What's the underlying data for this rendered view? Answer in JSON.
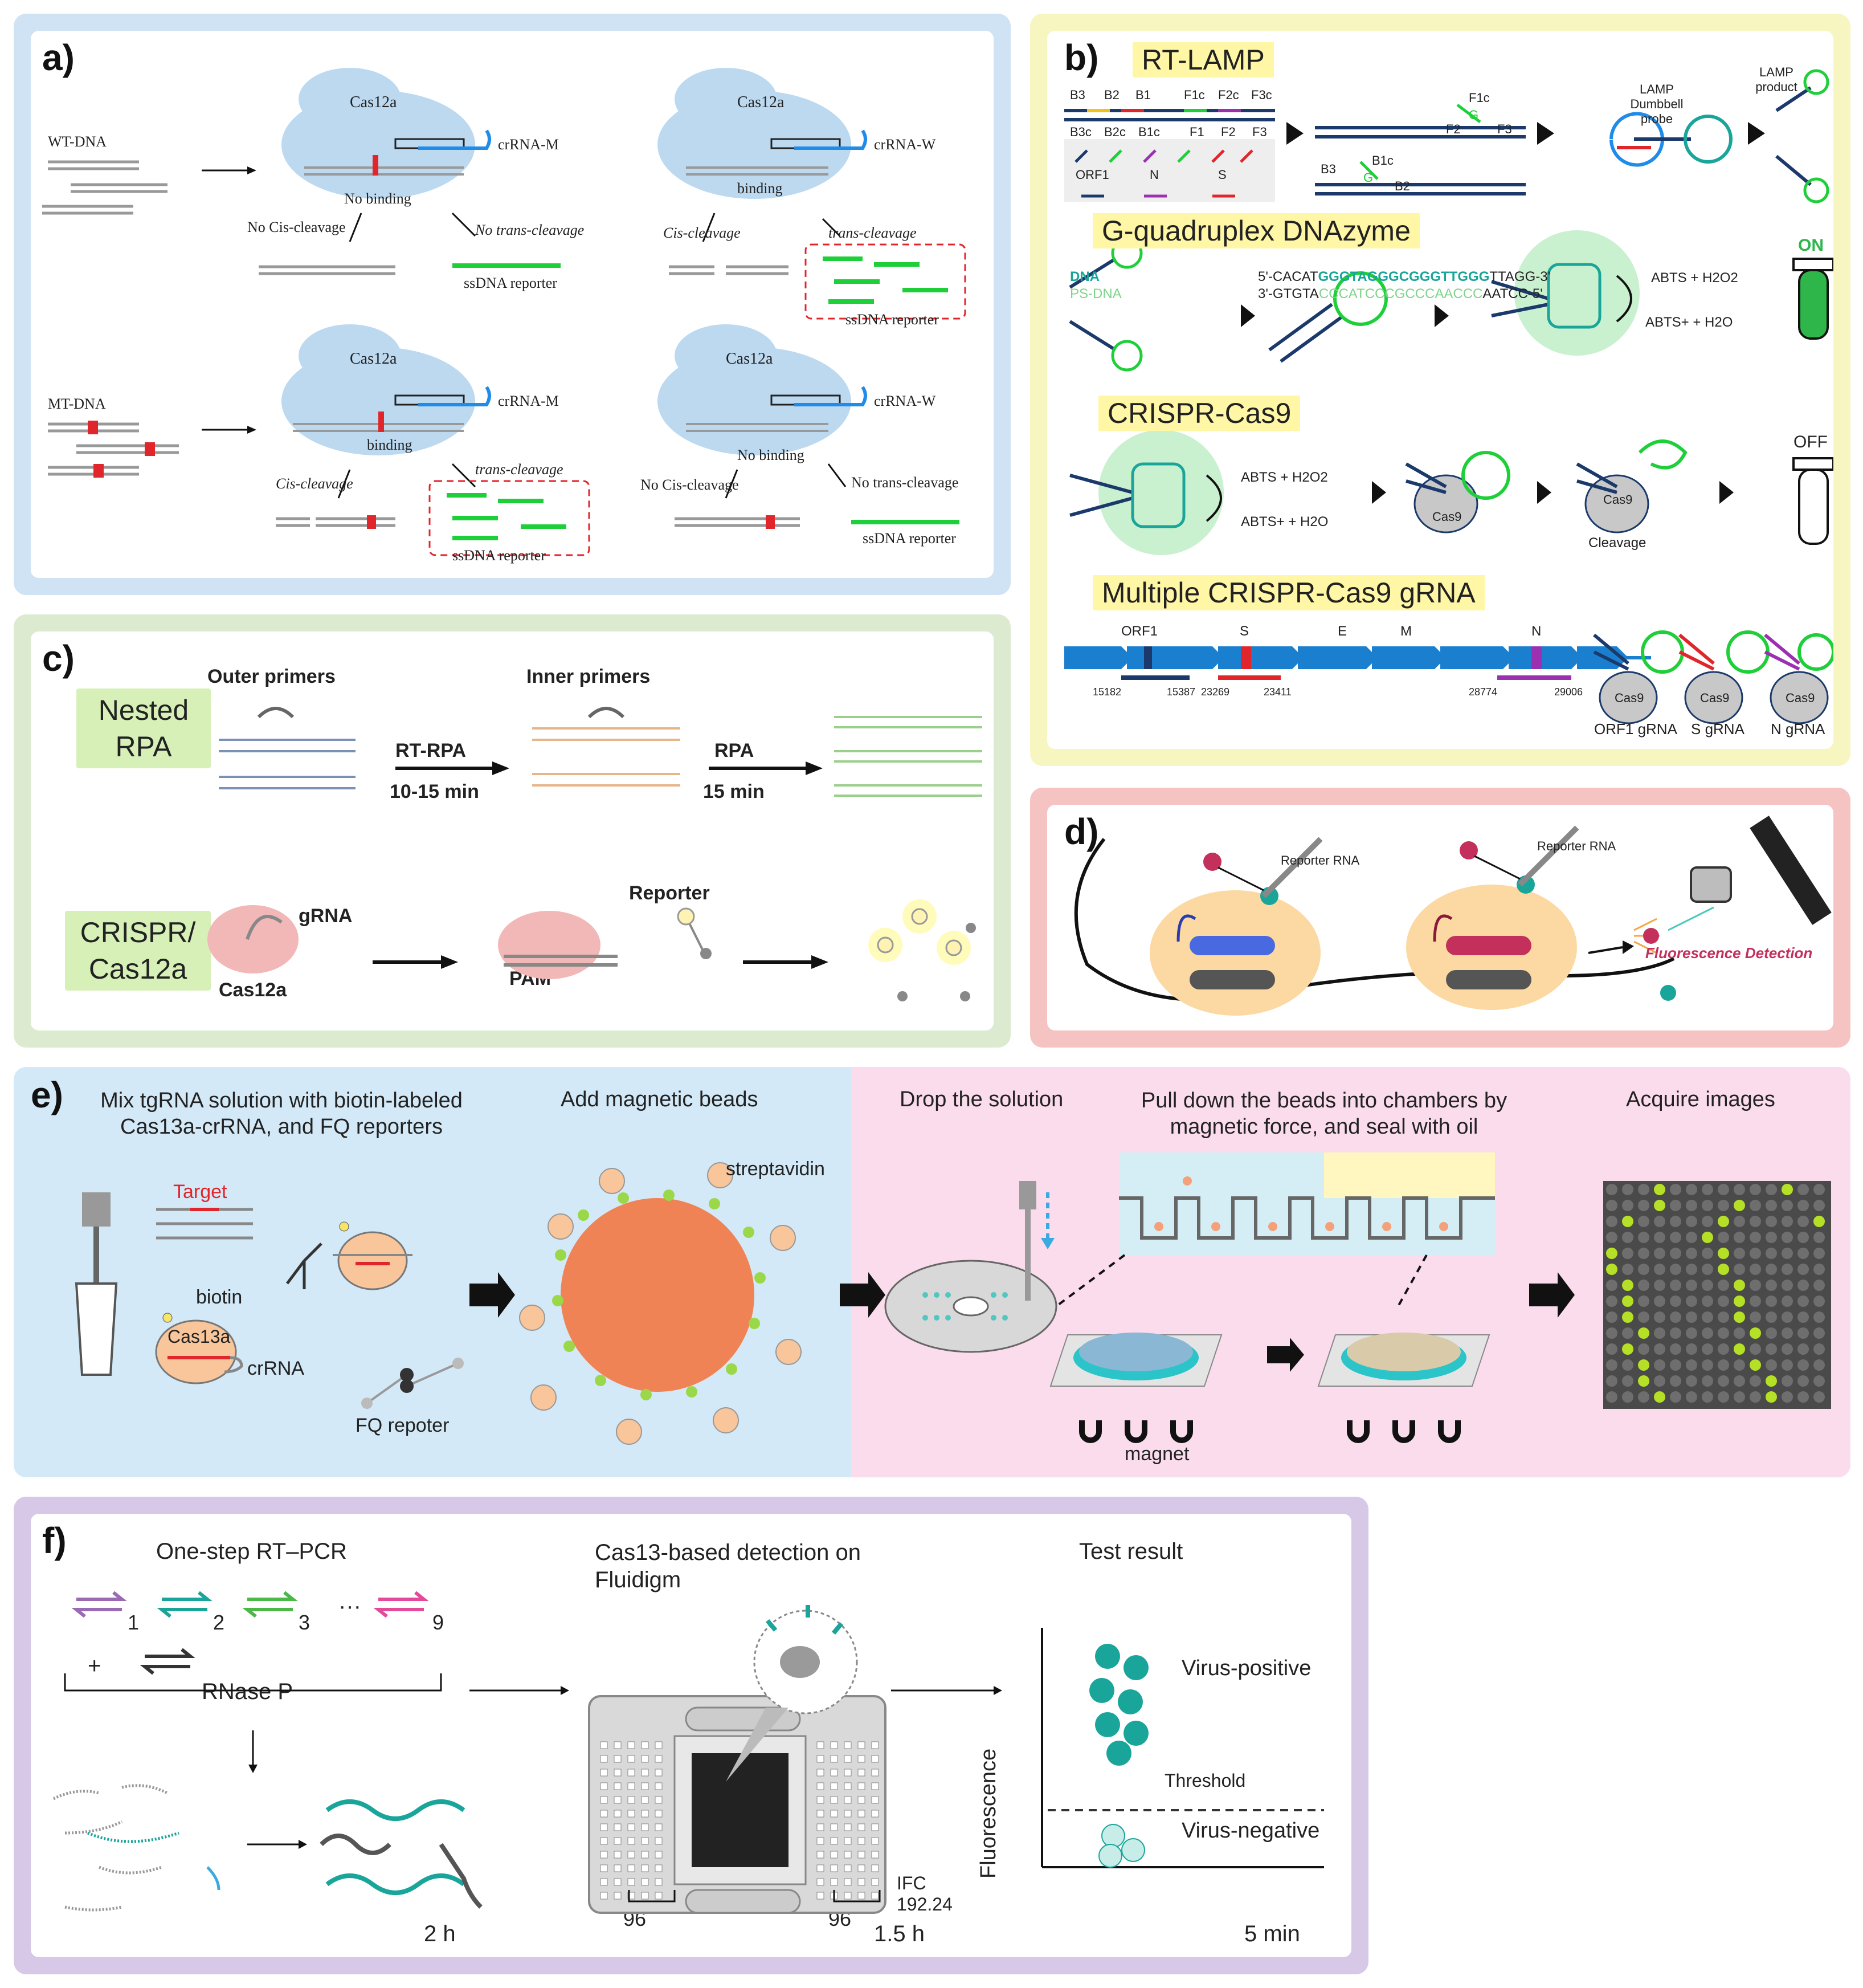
{
  "panel_a": {
    "label": "a)",
    "wt_dna": "WT-DNA",
    "mt_dna": "MT-DNA",
    "cas12a": "Cas12a",
    "crrna_m": "crRNA-M",
    "crrna_w": "crRNA-W",
    "no_binding": "No binding",
    "binding": "binding",
    "no_cis": "No Cis-cleavage",
    "no_trans": "No trans-cleavage",
    "cis": "Cis-cleavage",
    "trans": "trans-cleavage",
    "reporter": "ssDNA reporter"
  },
  "panel_b": {
    "label": "b)",
    "rt_lamp": "RT-LAMP",
    "primers_top": [
      "B3",
      "B2",
      "B1",
      "F1c",
      "F2c",
      "F3c"
    ],
    "primers_bottom": [
      "B3c",
      "B2c",
      "B1c",
      "F1",
      "F2",
      "F3"
    ],
    "genes": [
      "ORF1",
      "N",
      "S"
    ],
    "lamp_labels": [
      "F1c",
      "F2",
      "F3",
      "G",
      "B3",
      "B1c",
      "B2",
      "G"
    ],
    "dumbbell": "LAMP Dumbbell probe",
    "lamp_product": "LAMP product",
    "gquad_title": "G-quadruplex DNAzyme",
    "dna": "DNA",
    "ps_dna": "PS-DNA",
    "seq1_a": "5'-CACAT",
    "seq1_b": "GGGTAGGGCGGGTTGGG",
    "seq1_c": "TTAGG-3'",
    "seq2_a": "3'-GTGTA",
    "seq2_b": "CCCATCCCGCCCAACCC",
    "seq2_c": "AATCC-5'",
    "abts_h2o2": "ABTS + H2O2",
    "abts_h2o": "ABTS+ + H2O",
    "on": "ON",
    "off": "OFF",
    "cas9_title": "CRISPR-Cas9",
    "cas9": "Cas9",
    "cleavage": "Cleavage",
    "multi_title": "Multiple CRISPR-Cas9 gRNA",
    "genome": [
      "ORF1",
      "S",
      "E",
      "M",
      "N"
    ],
    "coords": [
      "15182",
      "15387",
      "23269",
      "23411",
      "28774",
      "29006"
    ],
    "grnas": [
      "ORF1 gRNA",
      "S gRNA",
      "N gRNA"
    ]
  },
  "panel_c": {
    "label": "c)",
    "nested": "Nested RPA",
    "outer": "Outer primers",
    "inner": "Inner primers",
    "rt_rpa": "RT-RPA",
    "t1": "10-15 min",
    "rpa": "RPA",
    "t2": "15 min",
    "crispr": "CRISPR/ Cas12a",
    "grna": "gRNA",
    "cas12a": "Cas12a",
    "pam": "PAM",
    "reporter": "Reporter"
  },
  "panel_d": {
    "label": "d)",
    "reporter_rna": "Reporter RNA",
    "fluor": "Fluorescence Detection"
  },
  "panel_e": {
    "label": "e)",
    "step1": "Mix tgRNA solution with biotin-labeled Cas13a-crRNA, and FQ reporters",
    "step2": "Add magnetic beads",
    "step3": "Drop the solution",
    "step4": "Pull down the beads into chambers by magnetic force, and seal with oil",
    "step5": "Acquire images",
    "target": "Target",
    "biotin": "biotin",
    "cas13a": "Cas13a",
    "crrna": "crRNA",
    "fq": "FQ repoter",
    "streptavidin": "streptavidin",
    "magnet": "magnet"
  },
  "panel_f": {
    "label": "f)",
    "rtpcr": "One-step RT–PCR",
    "nums": [
      "1",
      "2",
      "3",
      "9"
    ],
    "dots": "···",
    "plus": "+",
    "rnasep": "RNase P",
    "t1": "2 h",
    "cas13": "Cas13-based detection on Fluidigm",
    "ifc": "IFC 192.24",
    "n96": "96",
    "t2": "1.5 h",
    "result": "Test result",
    "fluorescence": "Fluorescence",
    "pos": "Virus-positive",
    "threshold": "Threshold",
    "neg": "Virus-negative",
    "t3": "5 min"
  },
  "colors": {
    "a_bg": "#cfe3f5",
    "b_bg": "#f8f6c0",
    "c_bg": "#dcebd0",
    "d_bg": "#f6c3c3",
    "e_left": "#d3e9f7",
    "e_right": "#fbdcec",
    "f_bg": "#d6c8e6",
    "green": "#1fcf3a",
    "teal": "#1aa59a",
    "red": "#e0262b"
  }
}
